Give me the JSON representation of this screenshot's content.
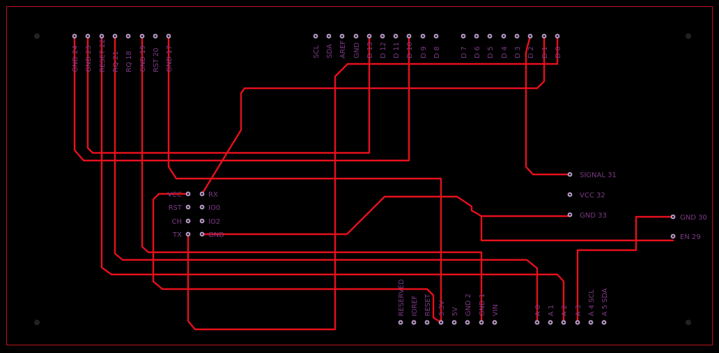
{
  "colors": {
    "background": "#000000",
    "board_outline": "#c0141c",
    "trace": "#e8101c",
    "label": "#7d3a86",
    "pad": "#b79cc3"
  },
  "top_left_header": {
    "labels": [
      "GND 24",
      "GND 23",
      "RESET 22",
      "RQ 21",
      "RQ 18",
      "GND 19",
      "RST 20",
      "GND 17"
    ]
  },
  "top_mid_header": {
    "labels": [
      "SCL",
      "SDA",
      "AREF",
      "GND",
      "D 13",
      "D 12",
      "D 11",
      "D 10",
      "D 9",
      "D 8"
    ]
  },
  "top_right_header": {
    "labels": [
      "D 7",
      "D 6",
      "D 5",
      "D 4",
      "D 3",
      "D 2",
      "D 1",
      "D 0"
    ]
  },
  "bottom_power_header": {
    "labels": [
      "RESERVED",
      "IOREF",
      "RESET",
      "3.3V",
      "5V",
      "GND 2",
      "GND 1",
      "VIN"
    ]
  },
  "bottom_analog_header": {
    "labels": [
      "A 0",
      "A 1",
      "A 2",
      "A 3",
      "A 4 SCL",
      "A 5 SDA"
    ]
  },
  "esp_header": {
    "left": [
      "VCC",
      "RST",
      "CH",
      "TX"
    ],
    "right": [
      "RX",
      "IO0",
      "IO2",
      "GND"
    ]
  },
  "sensor_header": {
    "labels": [
      "SIGNAL 31",
      "VCC 32",
      "GND 33"
    ]
  },
  "power_header": {
    "labels": [
      "GND 30",
      "EN 29"
    ]
  }
}
